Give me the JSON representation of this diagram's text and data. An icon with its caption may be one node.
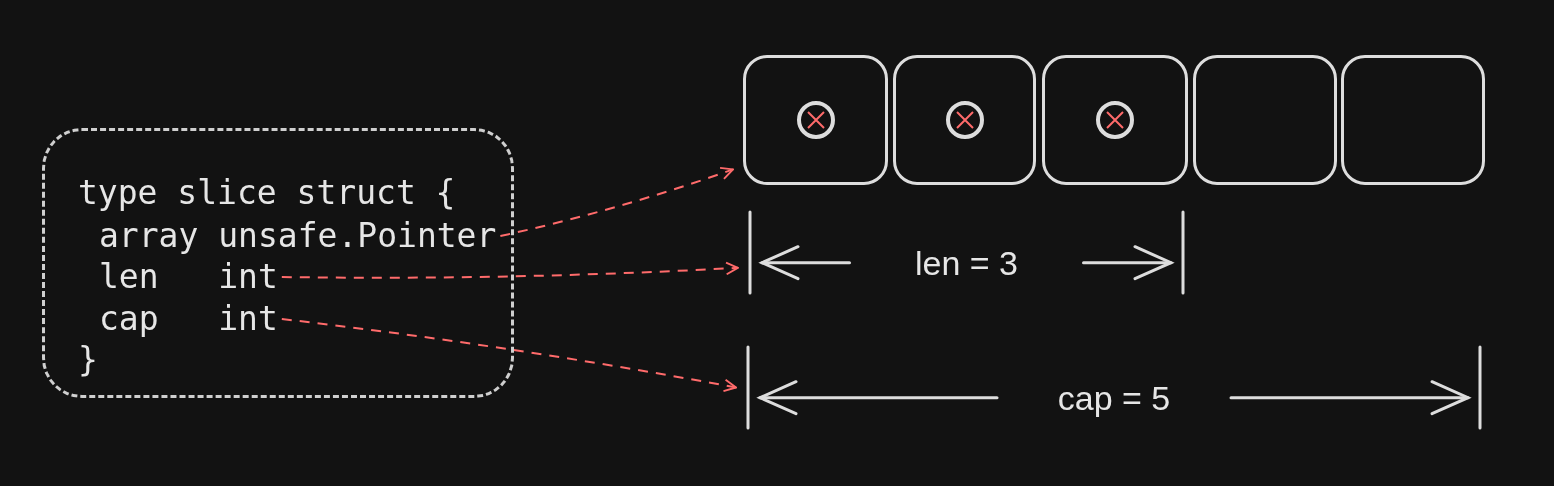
{
  "diagram": {
    "nodes": [
      {
        "text": [],
        "shape": "box"
      },
      {
        "text": [
          "type slice struct {"
        ],
        "in": 0
      },
      {
        "text": [
          "array unsafe.Pointer"
        ],
        "in": 0
      },
      {
        "text": [
          "len   int"
        ],
        "in": 0
      },
      {
        "text": [
          "cap   int"
        ],
        "in": 0
      },
      {
        "text": [
          "}"
        ],
        "in": 0
      },
      {
        "text": [],
        "shape": "box"
      },
      {
        "text": [],
        "shape": "box"
      },
      {
        "text": [],
        "shape": "box"
      },
      {
        "text": [],
        "shape": "box"
      },
      {
        "text": [],
        "shape": "box"
      },
      {
        "text": [
          "len = 3"
        ]
      },
      {
        "text": [
          "cap = 5"
        ]
      }
    ],
    "edges": [
      {
        "from": 2,
        "to": 6,
        "arrow": "to",
        "style": "dashed"
      },
      {
        "from": 3,
        "to": 11,
        "arrow": "to",
        "style": "dashed"
      },
      {
        "from": 4,
        "to": 12,
        "arrow": "to",
        "style": "dashed"
      }
    ]
  }
}
